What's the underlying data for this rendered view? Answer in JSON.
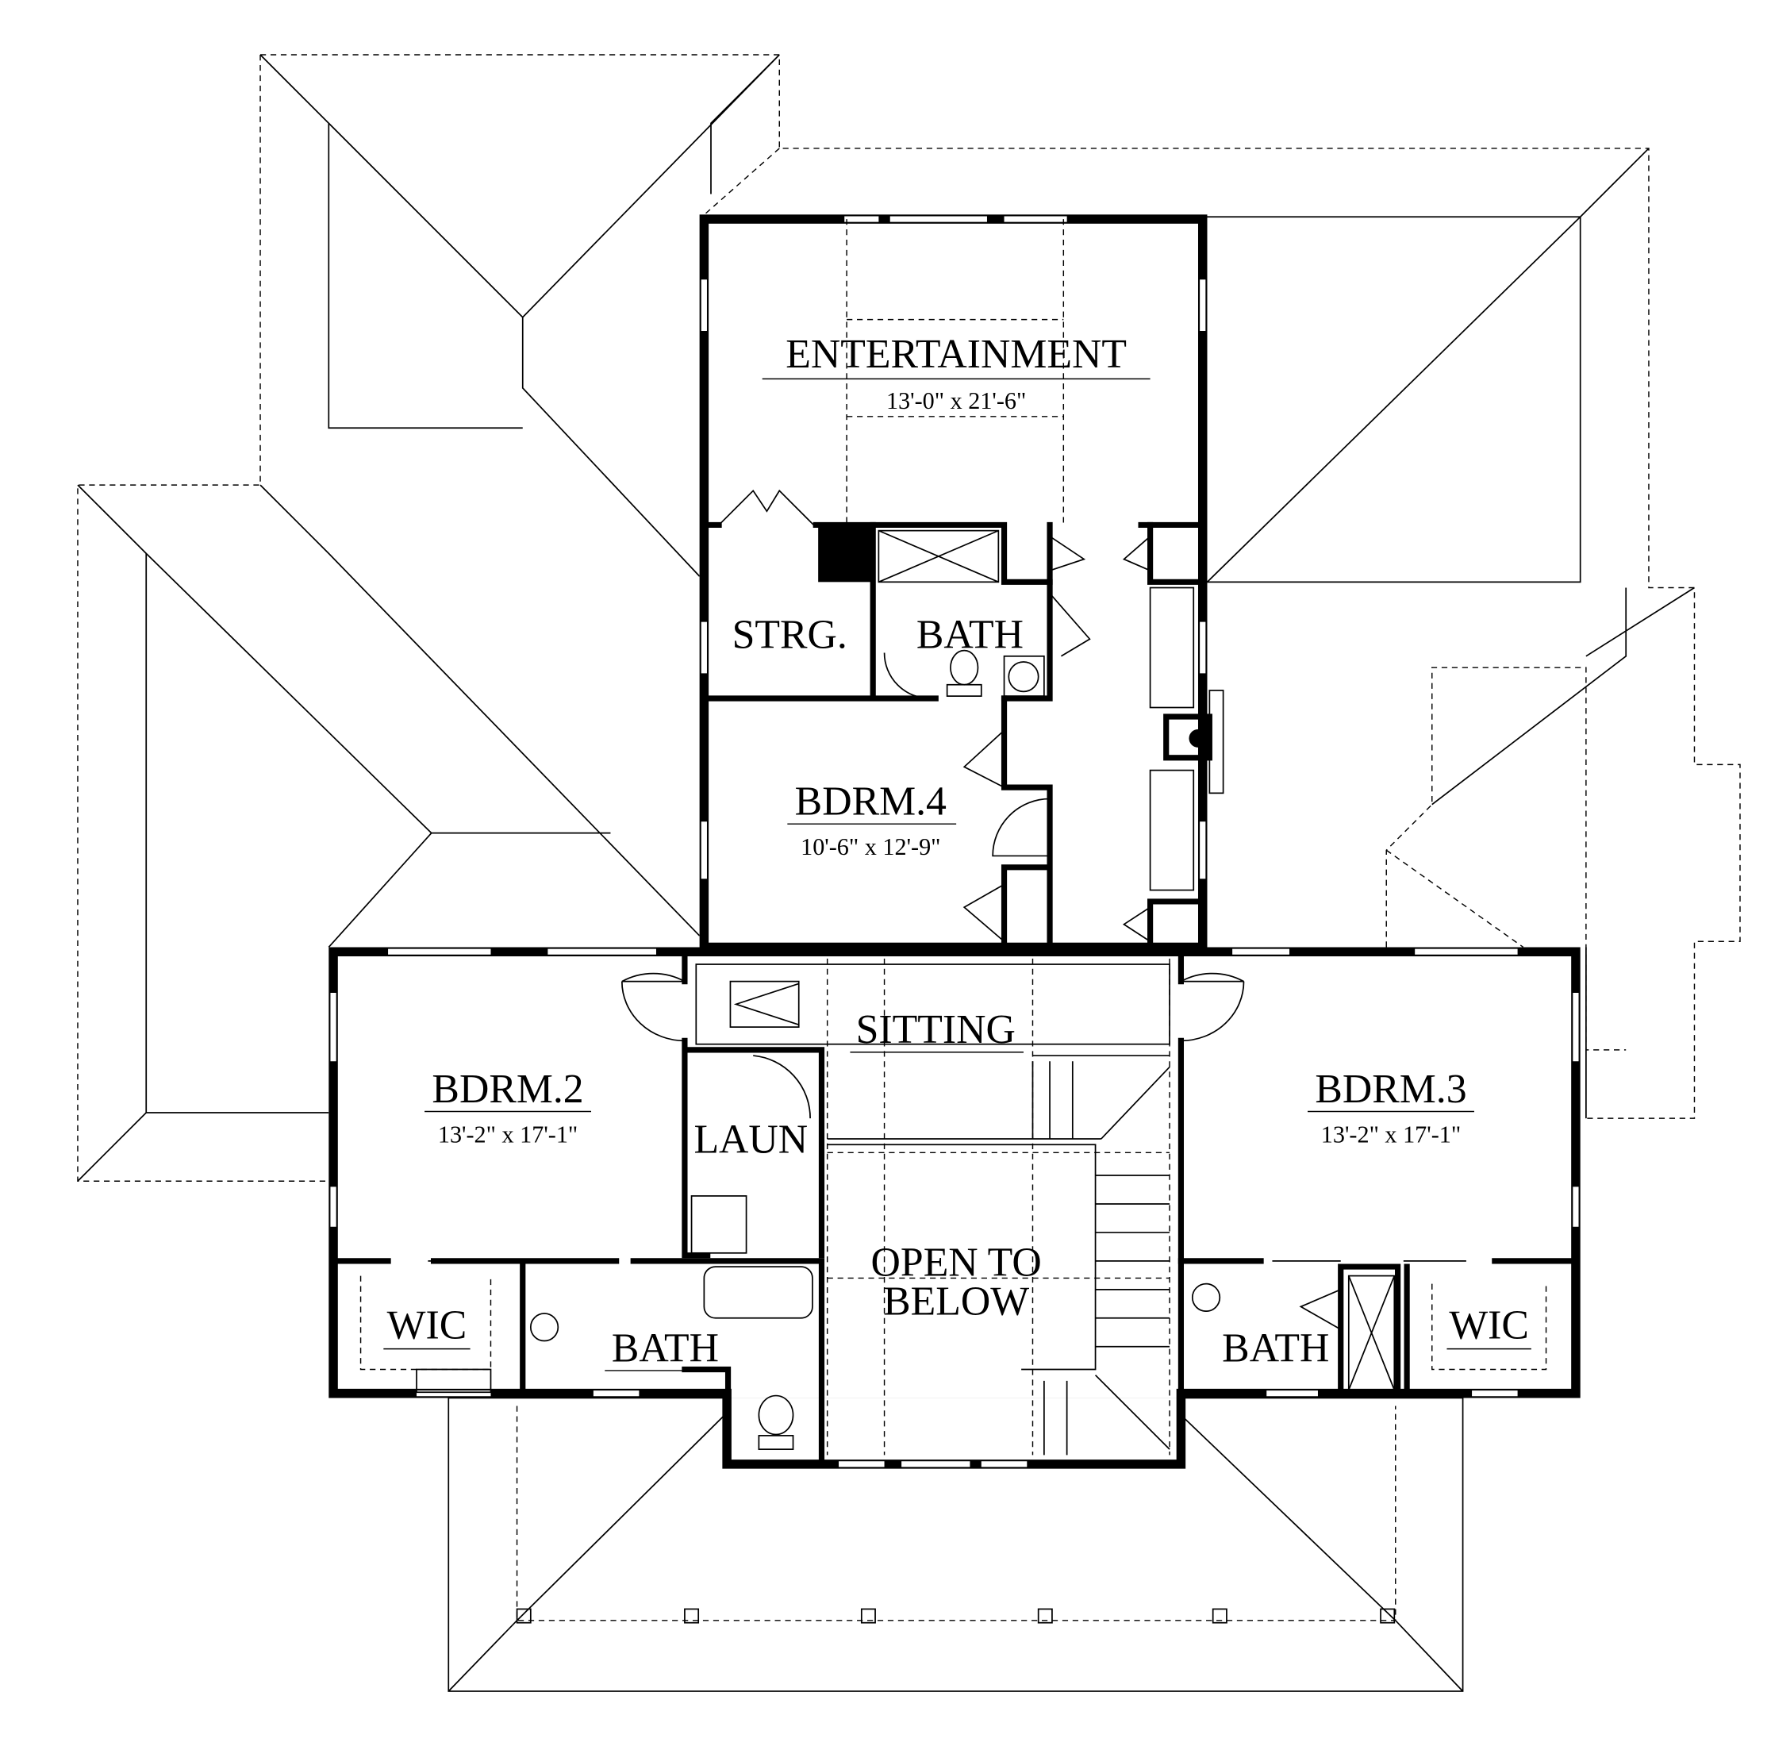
{
  "plan": {
    "rooms": {
      "entertainment": {
        "name": "ENTERTAINMENT",
        "size": "13'-0\" x 21'-6\""
      },
      "storage": {
        "name": "STRG."
      },
      "bath_upper": {
        "name": "BATH"
      },
      "bdrm4": {
        "name": "BDRM.4",
        "size": "10'-6\" x 12'-9\""
      },
      "sitting": {
        "name": "SITTING"
      },
      "bdrm2": {
        "name": "BDRM.2",
        "size": "13'-2\" x 17'-1\""
      },
      "bdrm3": {
        "name": "BDRM.3",
        "size": "13'-2\" x 17'-1\""
      },
      "laundry": {
        "name": "LAUN"
      },
      "open_to_below": {
        "line1": "OPEN TO",
        "line2": "BELOW"
      },
      "wic_left": {
        "name": "WIC"
      },
      "bath_left": {
        "name": "BATH"
      },
      "bath_right": {
        "name": "BATH"
      },
      "wic_right": {
        "name": "WIC"
      }
    }
  }
}
